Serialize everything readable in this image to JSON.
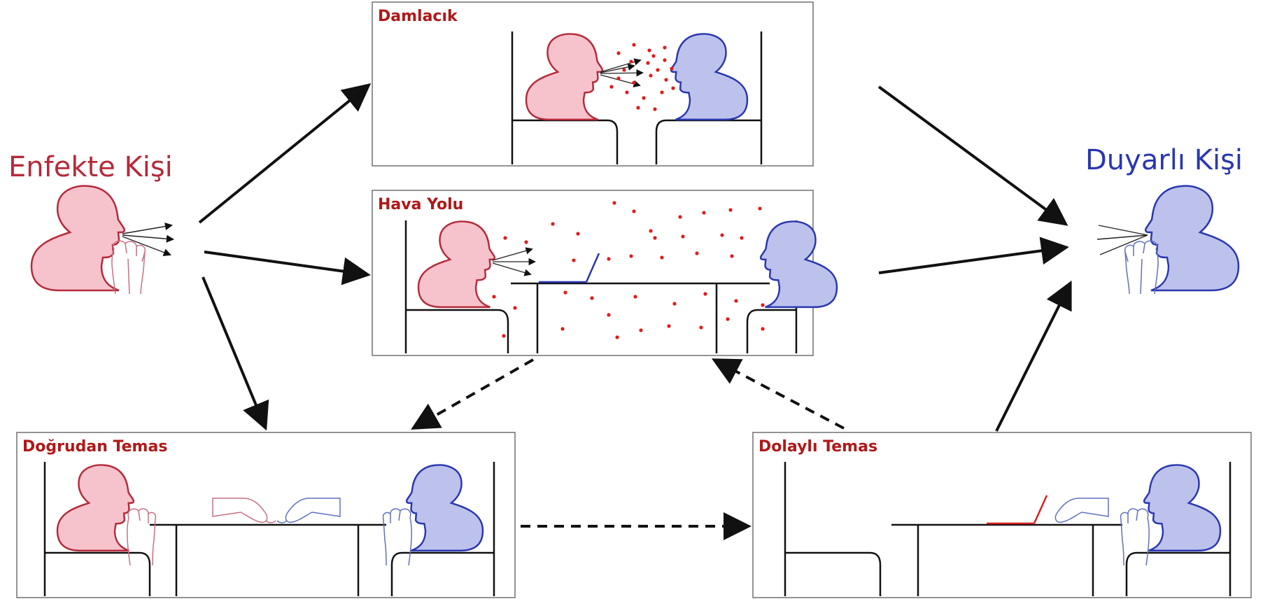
{
  "labels": {
    "infected": "Enfekte Kişi",
    "susceptible": "Duyarlı Kişi"
  },
  "boxes": {
    "droplet": "Damlacık",
    "airborne": "Hava Yolu",
    "direct": "Doğrudan Temas",
    "indirect": "Dolaylı Temas"
  },
  "colors": {
    "infected_fill": "#f6c3cc",
    "infected_stroke": "#b52a3a",
    "susceptible_fill": "#bcc2ec",
    "susceptible_stroke": "#2a37b0",
    "title": "#b01818",
    "particle": "#e01c1c",
    "arrow": "#111111",
    "device": "#2a37b0",
    "device_red": "#d52020"
  },
  "icons": [
    "person-head-icon",
    "hand-cough-icon",
    "tissue-icon",
    "laptop-icon",
    "droplet-particle-icon"
  ]
}
